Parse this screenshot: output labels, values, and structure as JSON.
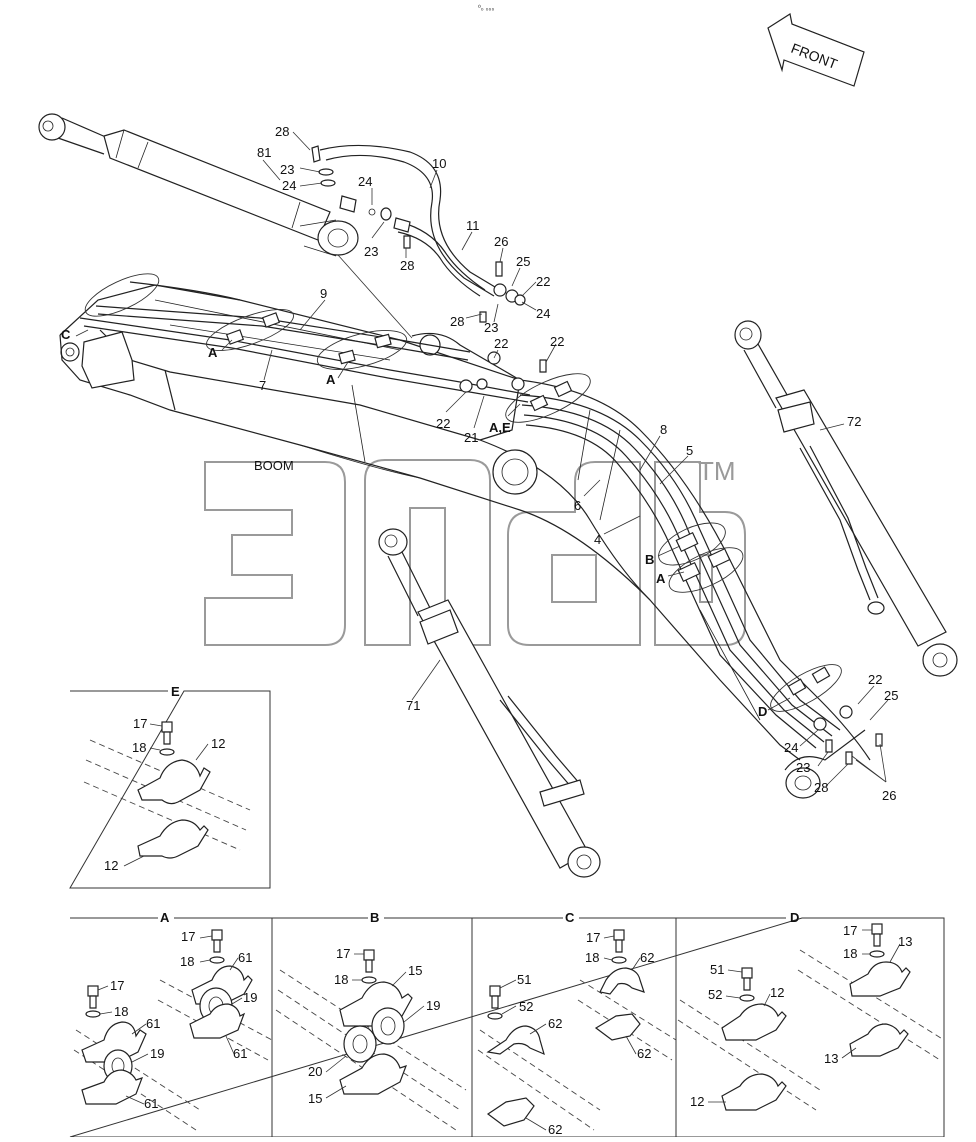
{
  "header": {
    "top_mark": "⁰₀ ₀₀₀"
  },
  "arrow": {
    "text": "FRONT"
  },
  "watermark": {
    "text": "эпсб",
    "tm": "TM"
  },
  "main": {
    "boom_label": "BOOM",
    "callouts": {
      "c81": "81",
      "c28a": "28",
      "c23a": "23",
      "c24a": "24",
      "c10": "10",
      "c24b": "24",
      "c23b": "23",
      "c28b": "28",
      "c11": "11",
      "c26a": "26",
      "c25a": "25",
      "c22a": "22",
      "c28c": "28",
      "c23c": "23",
      "c24c": "24",
      "c9": "9",
      "cC": "C",
      "cA1": "A",
      "c7": "7",
      "cA2": "A",
      "c22b": "22",
      "c22c": "22",
      "c22d": "22",
      "c21": "21",
      "cAE": "A,E",
      "c8": "8",
      "c5": "5",
      "c6": "6",
      "c4": "4",
      "c72": "72",
      "cB": "B",
      "cA3": "A",
      "c71": "71",
      "c22e": "22",
      "c25b": "25",
      "cD": "D",
      "c24d": "24",
      "c23d": "23",
      "c28d": "28",
      "c26b": "26"
    }
  },
  "detail_e": {
    "title": "E",
    "labels": {
      "l17": "17",
      "l18": "18",
      "l12a": "12",
      "l12b": "12"
    }
  },
  "detail_a": {
    "title": "A",
    "labels": {
      "l17a": "17",
      "l18a": "18",
      "l61a": "61",
      "l19a": "19",
      "l61b": "61",
      "l17b": "17",
      "l18b": "18",
      "l61c": "61",
      "l19b": "19",
      "l61d": "61"
    }
  },
  "detail_b": {
    "title": "B",
    "labels": {
      "l17": "17",
      "l18": "18",
      "l15a": "15",
      "l19": "19",
      "l20": "20",
      "l15b": "15"
    }
  },
  "detail_c": {
    "title": "C",
    "labels": {
      "l17": "17",
      "l18": "18",
      "l62a": "62",
      "l51": "51",
      "l52": "52",
      "l62b": "62",
      "l62c": "62",
      "l62d": "62"
    }
  },
  "detail_d": {
    "title": "D",
    "labels": {
      "l17": "17",
      "l18": "18",
      "l13a": "13",
      "l51": "51",
      "l52": "52",
      "l12a": "12",
      "l13b": "13",
      "l12b": "12"
    }
  }
}
